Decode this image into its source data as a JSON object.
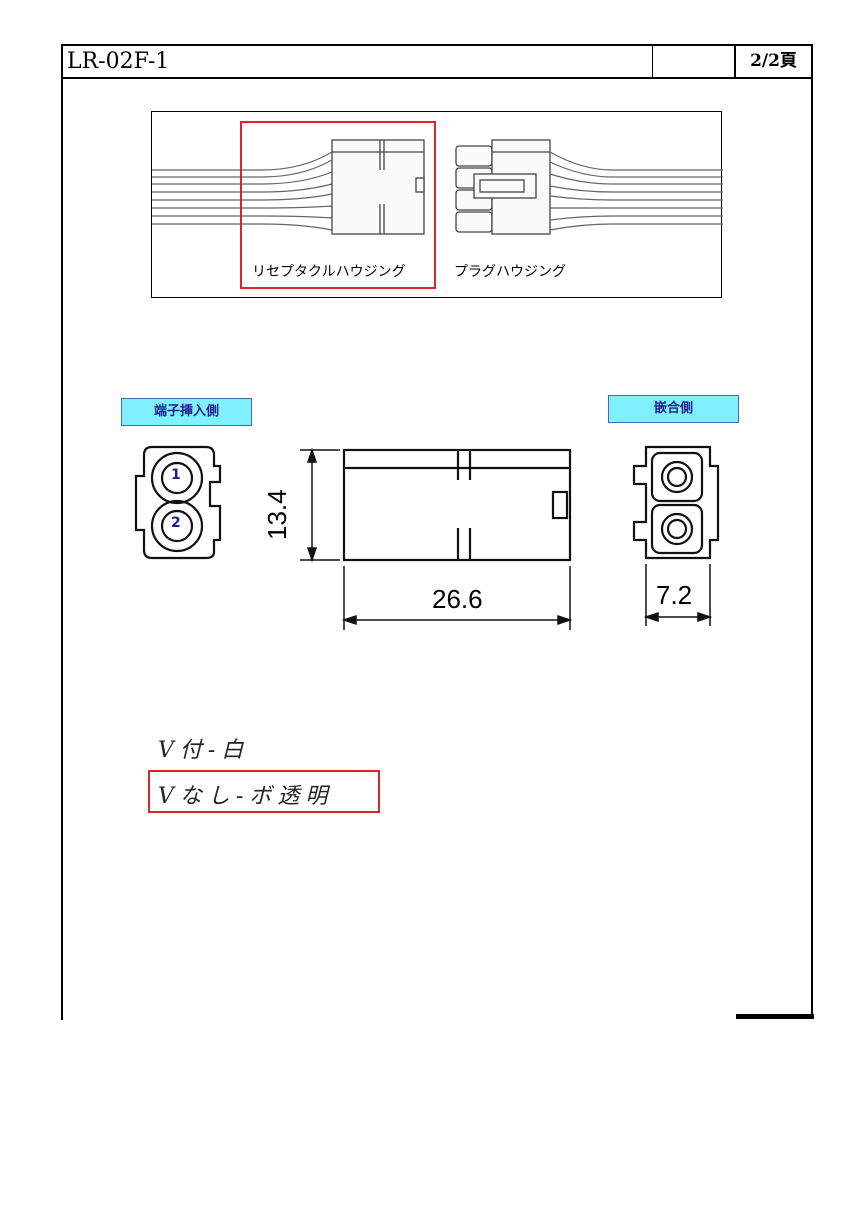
{
  "header": {
    "doc_code": "LR-02F-1",
    "page": "2/2頁"
  },
  "photo": {
    "receptacle_label": "リセプタクルハウジング",
    "plug_label": "プラグハウジング"
  },
  "drawing": {
    "insert_side_label": "端子挿入側",
    "mating_side_label": "嵌合側",
    "pin_1": "1",
    "pin_2": "2",
    "dim_height": "13.4",
    "dim_length": "26.6",
    "dim_width": "7.2"
  },
  "handwritten": {
    "line1": "V付-白",
    "line2": "Vなし-ボ透明"
  },
  "colors": {
    "highlight_red": "#d9262c",
    "tag_bg": "#7ff0ff",
    "tag_text": "#1b1f8a"
  }
}
